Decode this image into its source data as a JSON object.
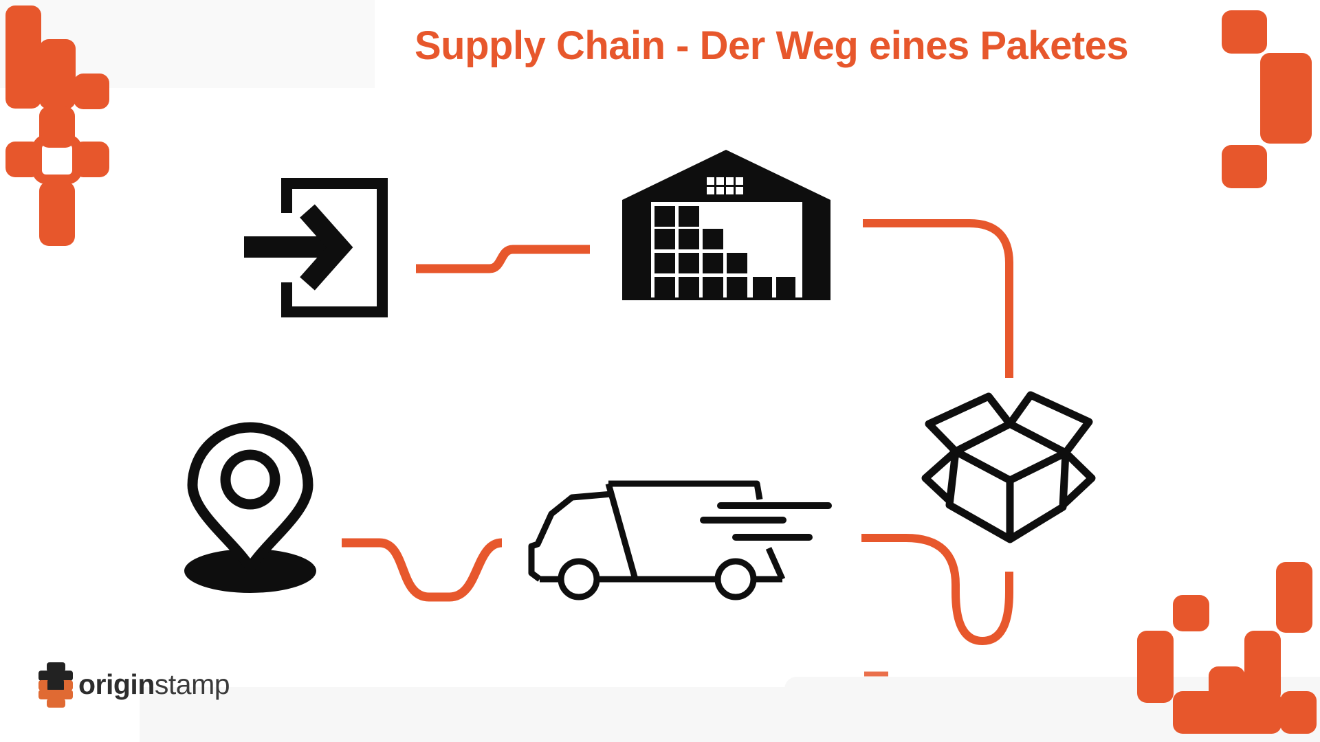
{
  "title": "Supply Chain - Der Weg eines Paketes",
  "brand": {
    "name": "originstamp",
    "origin": "origin",
    "stamp": "stamp"
  },
  "colors": {
    "accent": "#E7572C",
    "ink": "#0E0E0E",
    "background": "#FFFFFF",
    "band": "#F7F7F7"
  },
  "diagram": {
    "type": "flow",
    "nodes": [
      {
        "id": "package-intake",
        "icon": "login-arrow-icon"
      },
      {
        "id": "warehouse",
        "icon": "warehouse-icon"
      },
      {
        "id": "open-package",
        "icon": "open-box-icon"
      },
      {
        "id": "destination",
        "icon": "location-pin-icon"
      },
      {
        "id": "delivery",
        "icon": "delivery-truck-icon"
      }
    ],
    "edges": [
      {
        "from": "package-intake",
        "to": "warehouse",
        "style": "s-step"
      },
      {
        "from": "warehouse",
        "to": "open-package",
        "style": "elbow-down"
      },
      {
        "from": "destination",
        "to": "delivery",
        "style": "u-dip"
      },
      {
        "from": "delivery",
        "to": "open-package",
        "style": "u-hook"
      }
    ]
  }
}
